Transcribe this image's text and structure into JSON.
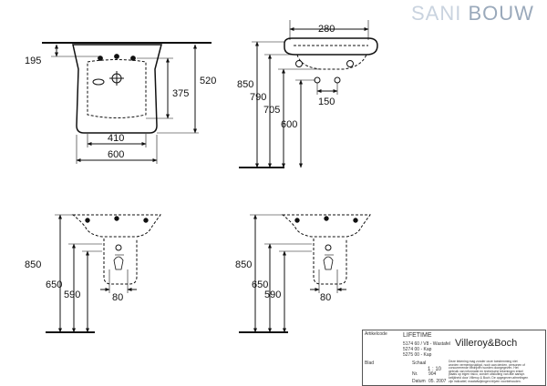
{
  "brand": {
    "part1": "SANI",
    "part2": " BOUW"
  },
  "views": {
    "front": {
      "d195": "195",
      "d520": "520",
      "d375": "375",
      "d410": "410",
      "d600": "600"
    },
    "side": {
      "d280": "280",
      "d850": "850",
      "d790": "790",
      "d705": "705",
      "d600": "600",
      "d150": "150"
    },
    "pedestal_left": {
      "d850": "850",
      "d650": "650",
      "d590": "590",
      "d80": "80"
    },
    "pedestal_right": {
      "d850": "850",
      "d650": "650",
      "d590": "590",
      "d80": "80"
    }
  },
  "title_block": {
    "series_label": "Artikelcode",
    "series": "LIFETIME",
    "line1": "5174 60 / V8 - Wastafel",
    "line2": "5274 00 - Kap",
    "line3": "5275 00 - Kap",
    "manufacturer": "Villeroy&Boch",
    "scale_label": "Schaal",
    "scale": "1 : 10",
    "sheet_label": "Blad",
    "number_label": "Nr.",
    "number": "904",
    "date_label": "Datum",
    "date": "05. 2007",
    "disclaimer": [
      "Deze tekening mag zonder onze toestemming niet",
      "worden vermenigvuldigd, noch aan derden, personen of",
      "concurrerende bedrijven worden doorgegeven. Het",
      "gebruik van informatie en technische tekeningen  enkel",
      "plaats op eigen risico, zonder uitsluiting van alle aanspr.",
      "kelijkheid door Villeroy & Boch. De opgegeven afmetingen",
      "zijn indicatief, maatafwijkingen blijven voorbehouden."
    ]
  }
}
